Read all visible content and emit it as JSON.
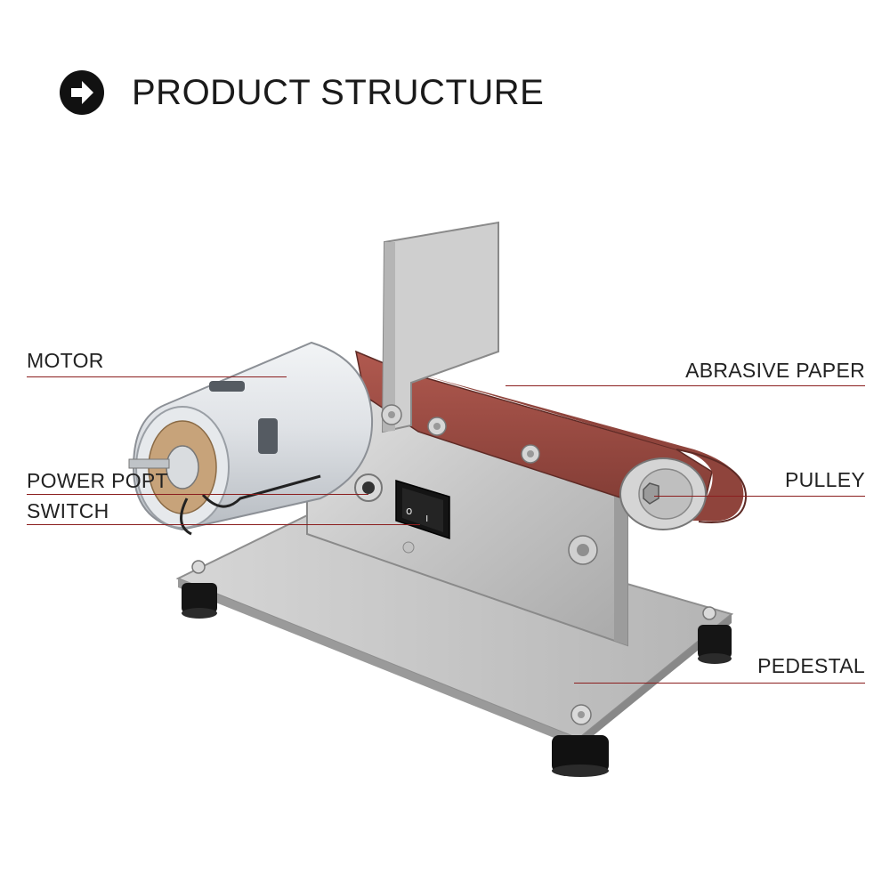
{
  "header": {
    "icon": "arrow-right-circle-icon",
    "title": "PRODUCT STRUCTURE"
  },
  "colors": {
    "leader_line": "#8b1e1e",
    "abrasive_belt": "#9a4a42",
    "steel": "#c9c9c9",
    "rubber_feet": "#151515"
  },
  "labels": {
    "motor": "MOTOR",
    "power_port": "POWER POPT",
    "switch": "SWITCH",
    "abrasive_paper": "ABRASIVE PAPER",
    "pulley": "PULLEY",
    "pedestal": "PEDESTAL"
  }
}
